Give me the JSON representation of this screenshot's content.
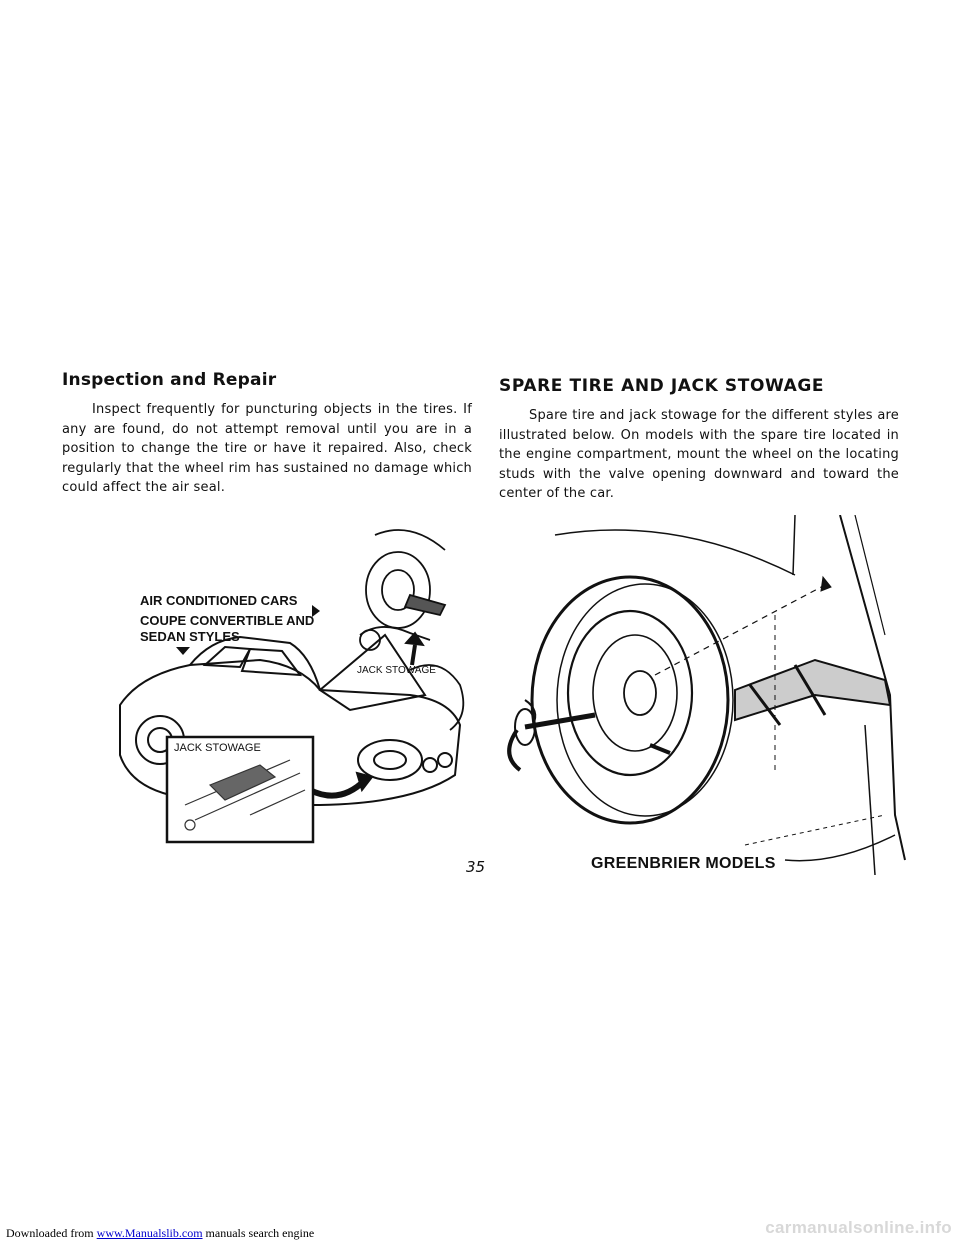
{
  "left": {
    "heading": "Inspection and Repair",
    "body": "Inspect frequently for puncturing objects in the tires. If any are found, do not attempt removal until you are in a position to change the tire or have it repaired. Also, check regularly that the wheel rim has sustained no damage which could affect the air seal."
  },
  "right": {
    "heading": "SPARE TIRE AND JACK STOWAGE",
    "body": "Spare tire and jack stowage for the different styles are illustrated below. On models with the spare tire located in the engine compartment, mount the wheel on the locating studs with the valve opening downward and toward the center of the car."
  },
  "figure_left": {
    "label_ac": "AIR CONDITIONED CARS",
    "label_coupe": "COUPE CONVERTIBLE AND SEDAN STYLES",
    "label_jack_inset": "JACK STOWAGE",
    "label_jack_right": "JACK STOWAGE"
  },
  "figure_right": {
    "label": "GREENBRIER MODELS"
  },
  "page_number": "35",
  "footer": {
    "prefix": "Downloaded from ",
    "link": "www.Manualslib.com",
    "suffix": " manuals search engine"
  },
  "watermark": "carmanualsonline.info"
}
